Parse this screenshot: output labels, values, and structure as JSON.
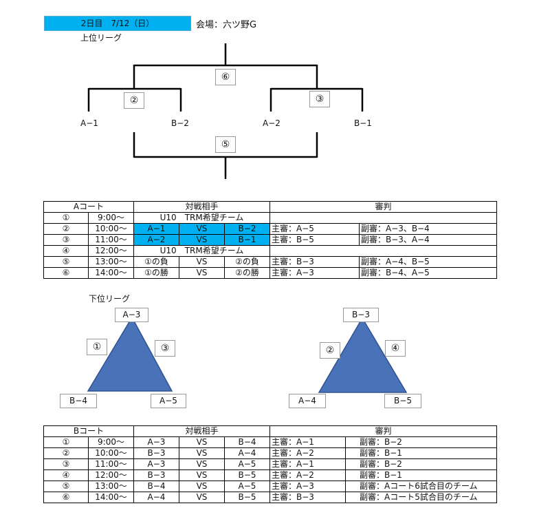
{
  "header": {
    "day_label": "2日目　7/12（日）",
    "venue": "会場：六ツ野G"
  },
  "upper": {
    "title": "上位リーグ",
    "bracket_boxes": [
      "⑥",
      "②",
      "③",
      "⑤"
    ],
    "teams": [
      "A−1",
      "B−2",
      "A−2",
      "B−1"
    ]
  },
  "court_a": {
    "headers": [
      "Aコート",
      "対戦相手",
      "審判"
    ],
    "rows": [
      {
        "num": "①",
        "time": "9:00〜",
        "merged": "U10　TRM希望チーム",
        "ref_main": "",
        "ref_sub": ""
      },
      {
        "num": "②",
        "time": "10:00〜",
        "home": "A−1",
        "vs": "VS",
        "away": "B−2",
        "ref_main": "主審：A−5",
        "ref_sub": "副審：A−3、B−4"
      },
      {
        "num": "③",
        "time": "11:00〜",
        "home": "A−2",
        "vs": "VS",
        "away": "B−1",
        "ref_main": "主審：B−5",
        "ref_sub": "副審：B−3、A−4"
      },
      {
        "num": "④",
        "time": "12:00〜",
        "merged": "U10　TRM希望チーム",
        "ref_main": "",
        "ref_sub": ""
      },
      {
        "num": "⑤",
        "time": "13:00〜",
        "home": "①の負",
        "vs": "VS",
        "away": "②の負",
        "ref_main": "主審：B−3",
        "ref_sub": "副審：A−4、B−5"
      },
      {
        "num": "⑥",
        "time": "14:00〜",
        "home": "①の勝",
        "vs": "VS",
        "away": "②の勝",
        "ref_main": "主審：A−3",
        "ref_sub": "副審：B−4、A−5"
      }
    ]
  },
  "lower": {
    "title": "下位リーグ",
    "left": {
      "top": "A−3",
      "bl": "B−4",
      "br": "A−5",
      "n1": "①",
      "n2": "③"
    },
    "right": {
      "top": "B−3",
      "bl": "A−4",
      "br": "B−5",
      "n1": "②",
      "n2": "④"
    },
    "triangle_color": "#4a72b8"
  },
  "court_b": {
    "headers": [
      "Bコート",
      "対戦相手",
      "審判"
    ],
    "rows": [
      {
        "num": "①",
        "time": "9:00〜",
        "home": "A−3",
        "vs": "VS",
        "away": "B−4",
        "ref_main": "主審：A−1",
        "ref_sub": "副審：B−2"
      },
      {
        "num": "②",
        "time": "10:00〜",
        "home": "B−3",
        "vs": "VS",
        "away": "A−4",
        "ref_main": "主審：A−2",
        "ref_sub": "副審：B−1"
      },
      {
        "num": "③",
        "time": "11:00〜",
        "home": "A−3",
        "vs": "VS",
        "away": "A−5",
        "ref_main": "主審：A−1",
        "ref_sub": "副審：B−2"
      },
      {
        "num": "④",
        "time": "12:00〜",
        "home": "B−3",
        "vs": "VS",
        "away": "B−5",
        "ref_main": "主審：A−2",
        "ref_sub": "副審：B−1"
      },
      {
        "num": "⑤",
        "time": "13:00〜",
        "home": "B−4",
        "vs": "VS",
        "away": "A−5",
        "ref_main": "主審：A−3",
        "ref_sub": "副審：Aコート6試合目のチーム"
      },
      {
        "num": "⑥",
        "time": "14:00〜",
        "home": "A−4",
        "vs": "VS",
        "away": "B−5",
        "ref_main": "主審：B−3",
        "ref_sub": "副審：Aコート5試合目のチーム"
      }
    ]
  }
}
